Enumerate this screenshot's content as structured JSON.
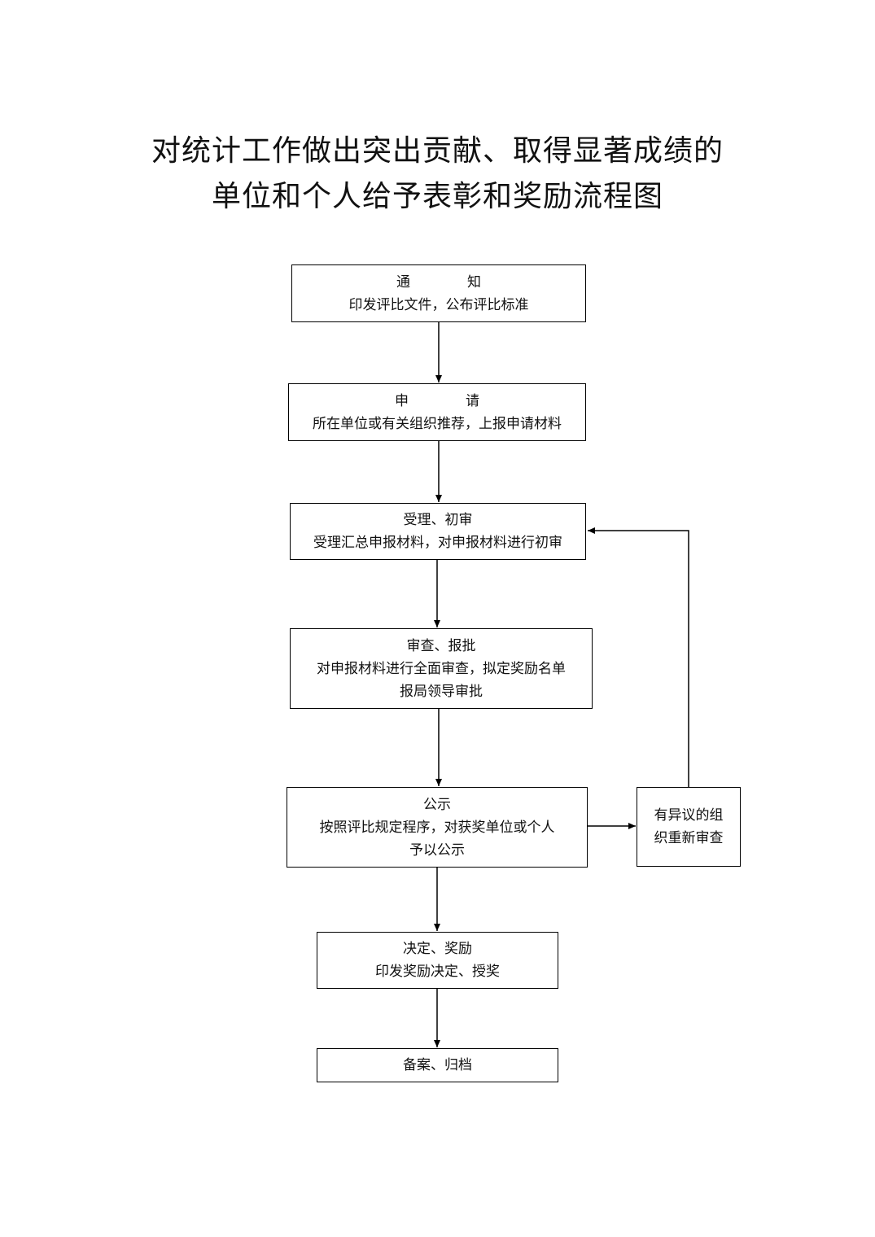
{
  "title": {
    "line1": "对统计工作做出突出贡献、取得显著成绩的",
    "line2": "单位和个人给予表彰和奖励流程图"
  },
  "steps": [
    {
      "label_a": "通",
      "label_b": "知",
      "desc": "印发评比文件，公布评比标准"
    },
    {
      "label_a": "申",
      "label_b": "请",
      "desc": "所在单位或有关组织推荐，上报申请材料"
    },
    {
      "label": "受理、初审",
      "desc": "受理汇总申报材料，对申报材料进行初审"
    },
    {
      "label": "审查、报批",
      "desc1": "对申报材料进行全面审查，拟定奖励名单",
      "desc2": "报局领导审批"
    },
    {
      "label": "公示",
      "desc1": "按照评比规定程序，对获奖单位或个人",
      "desc2": "予以公示"
    },
    {
      "label": "决定、奖励",
      "desc": "印发奖励决定、授奖"
    },
    {
      "label": "备案、归档"
    }
  ],
  "objection": {
    "line1": "有异议的组",
    "line2": "织重新审查"
  }
}
